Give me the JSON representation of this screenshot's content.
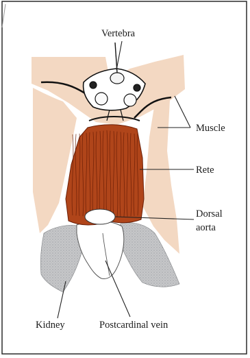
{
  "labels": {
    "vertebra": "Vertebra",
    "muscle": "Muscle",
    "rete": "Rete",
    "dorsal_aorta_line1": "Dorsal",
    "dorsal_aorta_line2": "aorta",
    "kidney": "Kidney",
    "postcardinal_vein": "Postcardinal vein"
  },
  "colors": {
    "muscle": "#f3d8c2",
    "rete": "#b0451a",
    "rete_strand": "#6a1e06",
    "kidney": "#c6c7c9",
    "frame": "#2a2a2a"
  }
}
